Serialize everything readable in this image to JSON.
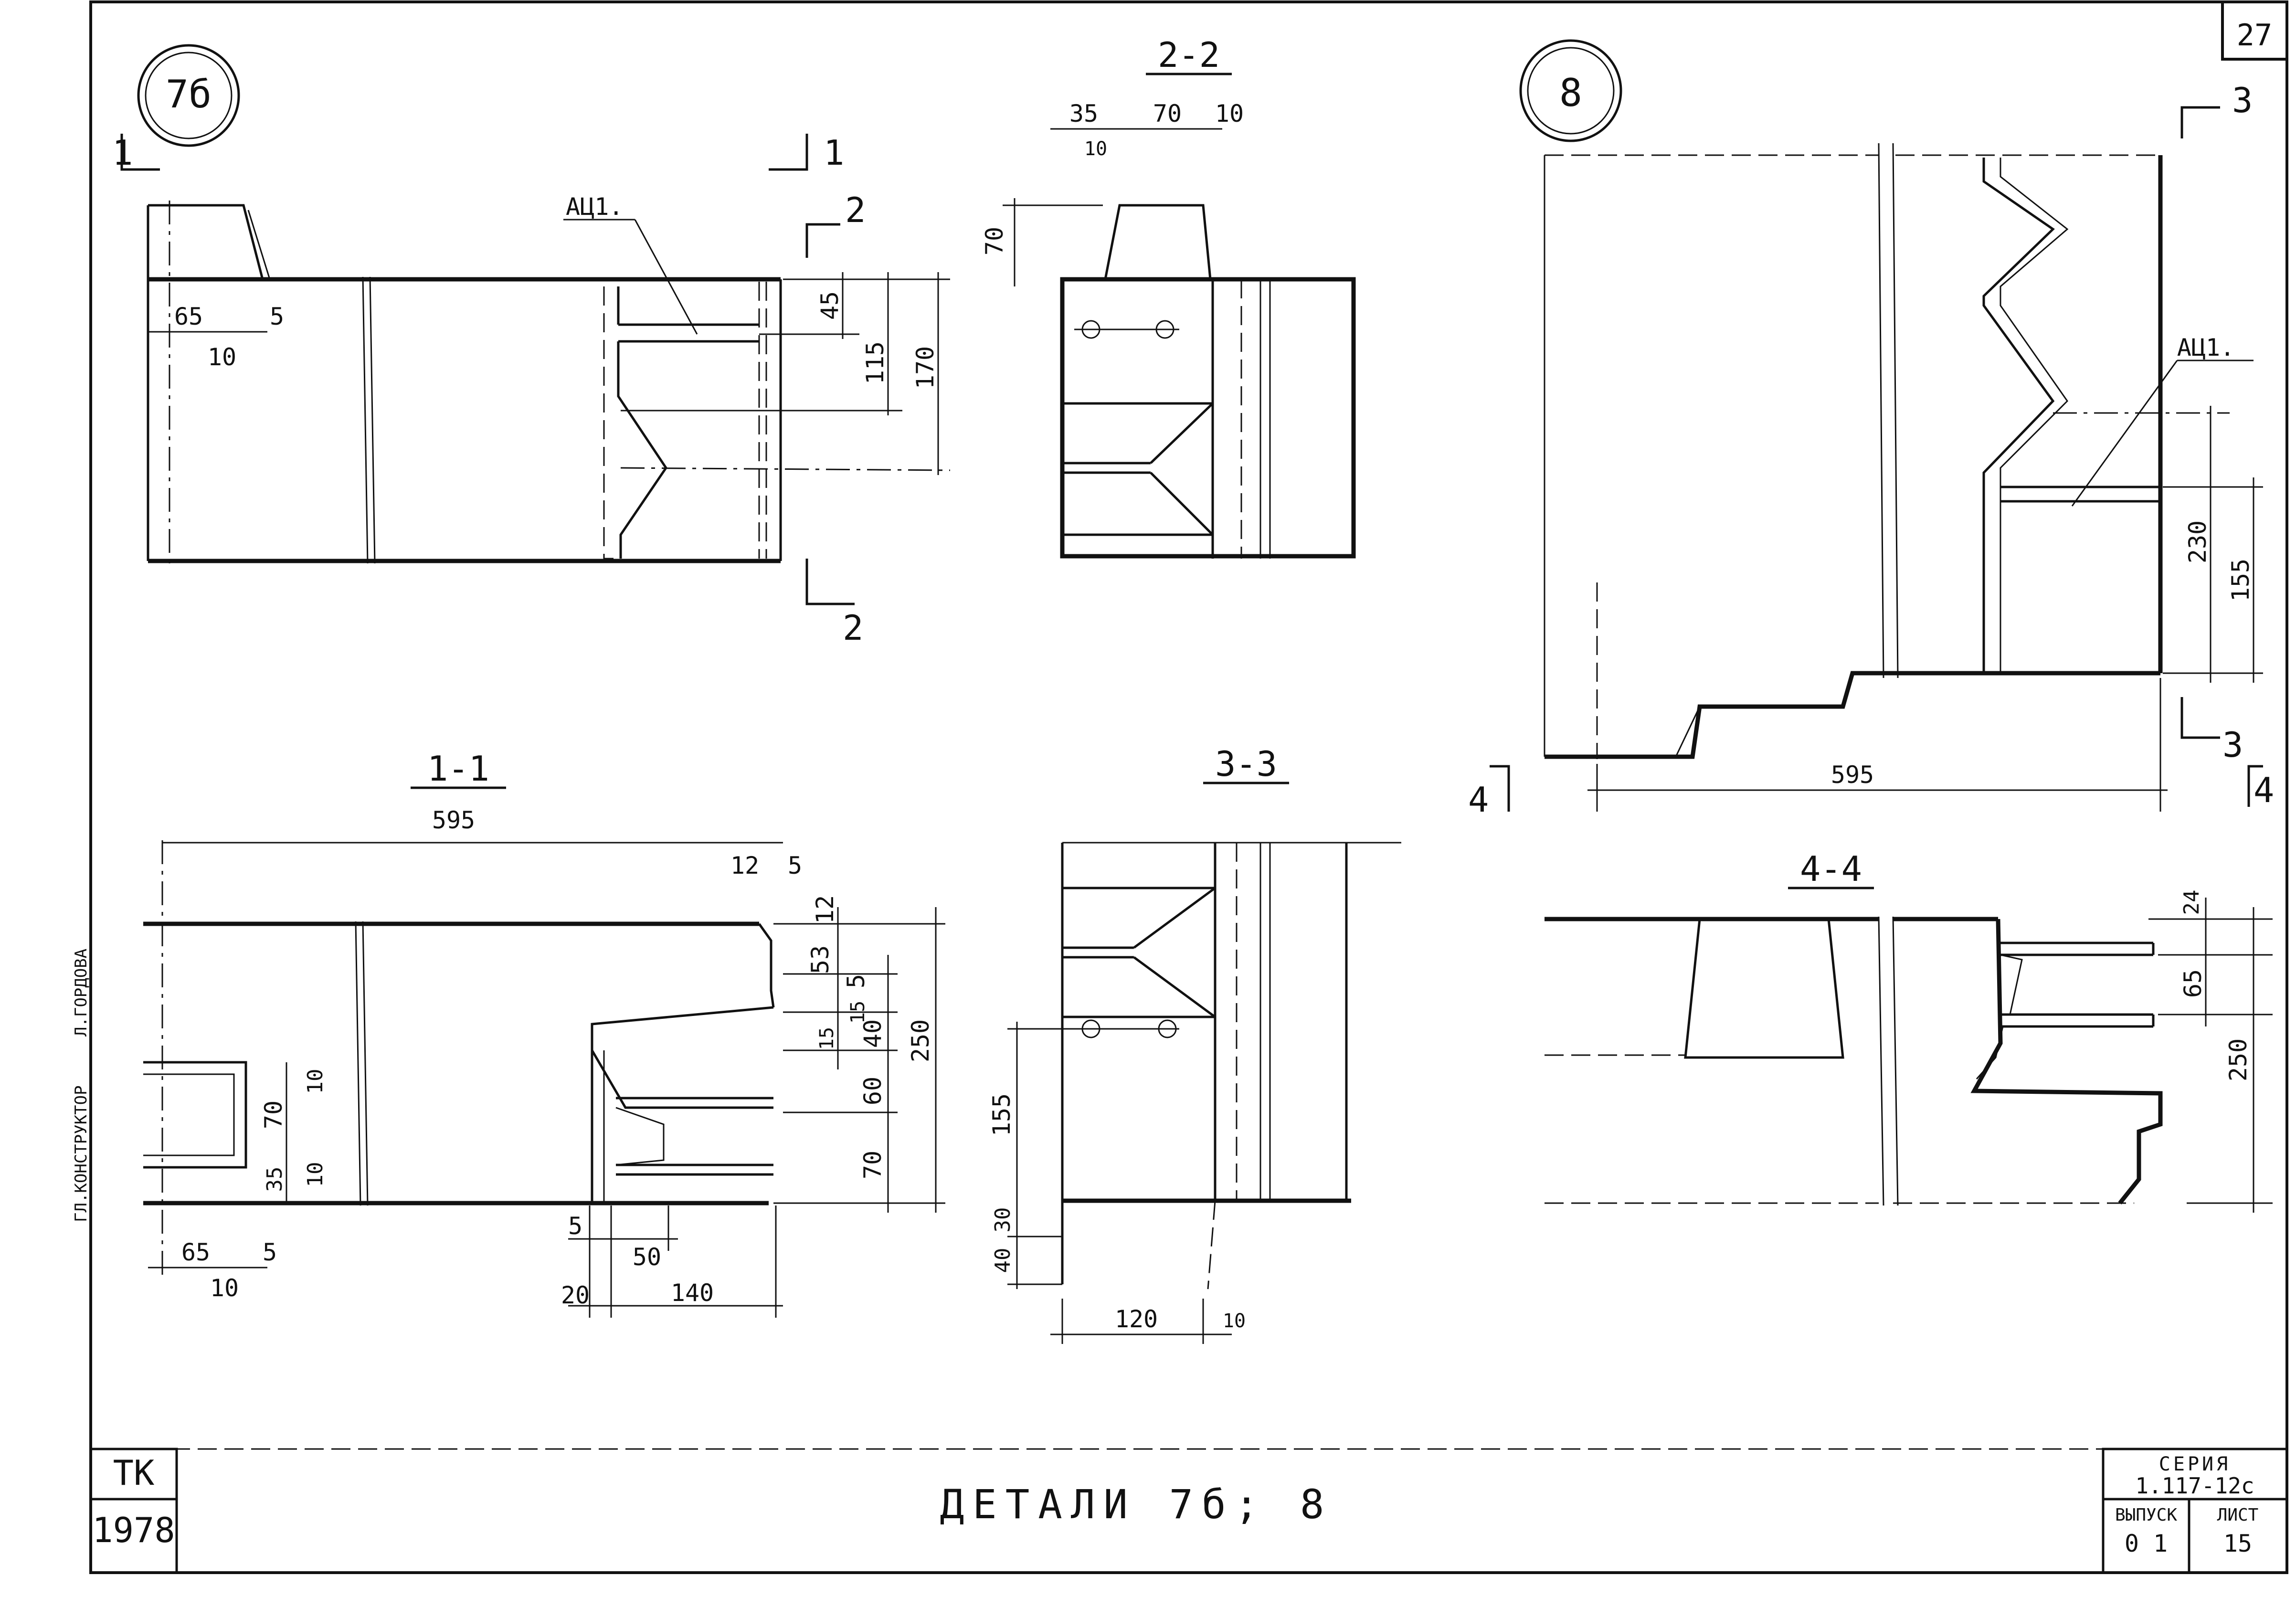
{
  "sheet": {
    "sheet_number": "27",
    "title": "ДЕТАЛИ 7б; 8",
    "stamp_org": "ТК",
    "year": "1978",
    "series_label": "СЕРИЯ",
    "series_value": "1.117-12с",
    "issue_label": "ВЫПУСК",
    "issue_value": "0 1",
    "sheet_label": "ЛИСТ",
    "sheet_value": "15",
    "side_note": "ГЛ.КОНСТРУКТОР ___ Л.ГОРДОВА"
  },
  "details": {
    "d7b": "7б",
    "d8": "8"
  },
  "sections": {
    "s11": "1-1",
    "s22": "2-2",
    "s33": "3-3",
    "s44": "4-4",
    "c1": "1",
    "c2": "2",
    "c3": "3",
    "c4": "4"
  },
  "callouts": {
    "acl_a": "АЦ1.",
    "acl_b": "АЦ1."
  },
  "dims": {
    "v7_65": "65",
    "v7_10": "10",
    "v7_5": "5",
    "v7_45": "45",
    "v7_115": "115",
    "v7_170": "170",
    "s22_35": "35",
    "s22_10a": "10",
    "s22_70": "70",
    "s22_10b": "10",
    "s22_70v": "70",
    "s11_595": "595",
    "s11_12a": "12",
    "s11_5a": "5",
    "s11_12b": "12",
    "s11_53": "53",
    "s11_5b": "5",
    "s11_15a": "15",
    "s11_40": "40",
    "s11_15b": "15",
    "s11_250": "250",
    "s11_60": "60",
    "s11_70a": "70",
    "s11_10a": "10",
    "s11_70b": "70",
    "s11_35": "35",
    "s11_10b": "10",
    "s11_65": "65",
    "s11_5c": "5",
    "s11_10c": "10",
    "s11_5d": "5",
    "s11_50": "50",
    "s11_20": "20",
    "s11_140": "140",
    "s33_155": "155",
    "s33_30": "30",
    "s33_40": "40",
    "s33_120": "120",
    "s33_10": "10",
    "v8_230": "230",
    "v8_155": "155",
    "v8_595": "595",
    "s44_24": "24",
    "s44_65": "65",
    "s44_250": "250"
  }
}
